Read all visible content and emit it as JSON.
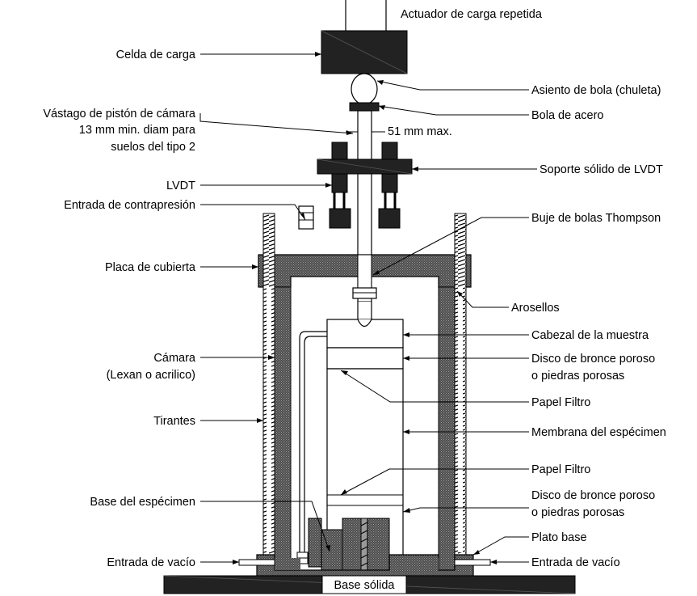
{
  "labels": {
    "actuator": "Actuador de carga repetida",
    "load_cell": "Celda de carga",
    "ball_seat": "Asiento de bola (chuleta)",
    "steel_ball": "Bola de acero",
    "piston_rod_1": "Vástago de pistón de cámara",
    "piston_rod_2": "13 mm min. diam para",
    "piston_rod_3": "suelos del tipo 2",
    "max_gap": "51 mm max.",
    "lvdt_support": "Soporte sólido de LVDT",
    "lvdt": "LVDT",
    "backpressure_inlet": "Entrada de contrapresión",
    "thompson_bushing": "Buje de bolas Thompson",
    "cover_plate": "Placa de cubierta",
    "o_rings": "Arosellos",
    "specimen_cap": "Cabezal de la muestra",
    "porous_disk_top_1": "Disco de bronce poroso",
    "porous_disk_top_2": "o piedras porosas",
    "chamber_1": "Cámara",
    "chamber_2": "(Lexan o acrilico)",
    "filter_paper_top": "Papel Filtro",
    "tie_rods": "Tirantes",
    "specimen_membrane": "Membrana del espécimen",
    "filter_paper_bottom": "Papel Filtro",
    "specimen_base": "Base del espécimen",
    "porous_disk_bottom_1": "Disco de bronce poroso",
    "porous_disk_bottom_2": "o piedras porosas",
    "base_plate": "Plato base",
    "vacuum_inlet_left": "Entrada de vacío",
    "vacuum_inlet_right": "Entrada de vacío",
    "solid_base": "Base sólida"
  },
  "colors": {
    "hatch": "#5a5a5a",
    "solid": "#222222",
    "line": "#000000"
  }
}
